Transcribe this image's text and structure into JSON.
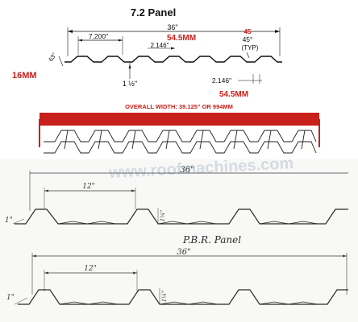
{
  "panel72": {
    "title": "7.2 Panel",
    "overall": "36\"",
    "pitch": "7.200\"",
    "top_flat": "2.146\"",
    "top_flat_mm": "54.5MM",
    "bottom_flat": "2.146\"",
    "bottom_flat_mm": "54.5MM",
    "rib_height": "1 ½\"",
    "height_label": "63\"",
    "height_mm": "16MM",
    "angle_red": "45",
    "angle": "45°",
    "angle_note": "(TYP)"
  },
  "overall_width": "OVERALL WIDTH: 39.125\"   OR  994MM",
  "pbr": {
    "watermark": "www.roofmachines.com",
    "upper_overall": "36\"",
    "upper_spacing": "12\"",
    "upper_height": "1\"",
    "upper_rib": "1¼\"",
    "label": "P.B.R. Panel",
    "lower_overall": "36\"",
    "lower_spacing": "12\"",
    "lower_height": "1\"",
    "lower_rib": "1¼\""
  },
  "colors": {
    "red": "#c8201b",
    "ink": "#1a1a1a",
    "sketch": "#3a3a3a",
    "watermark": "#d4dbe2"
  }
}
